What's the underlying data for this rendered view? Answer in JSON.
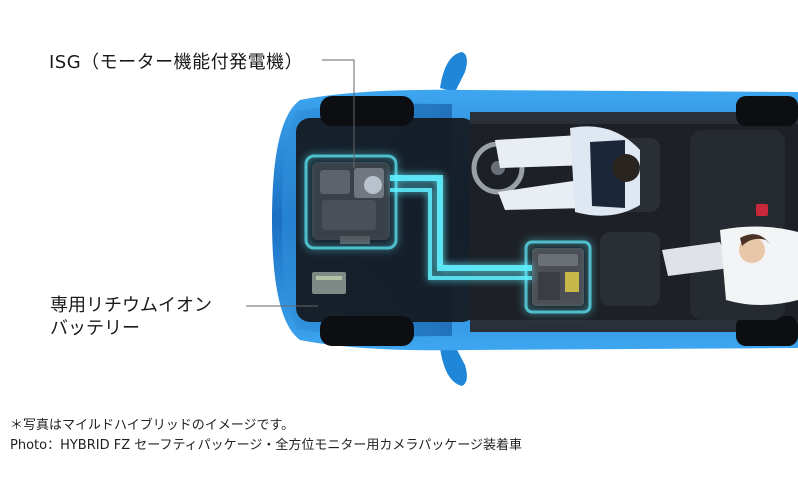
{
  "labels": {
    "isg": "ISG（モーター機能付発電機）",
    "battery_line1": "専用リチウムイオン",
    "battery_line2": "バッテリー"
  },
  "notes": {
    "line1": "＊写真はマイルドハイブリッドのイメージです。",
    "line2": "Photo：HYBRID FZ セーフティパッケージ・全方位モニター用カメラパッケージ装着車"
  },
  "colors": {
    "body_blue": "#1f7fd0",
    "glow_cyan": "#5ff0ff",
    "interior_dark": "#1a1d22"
  }
}
